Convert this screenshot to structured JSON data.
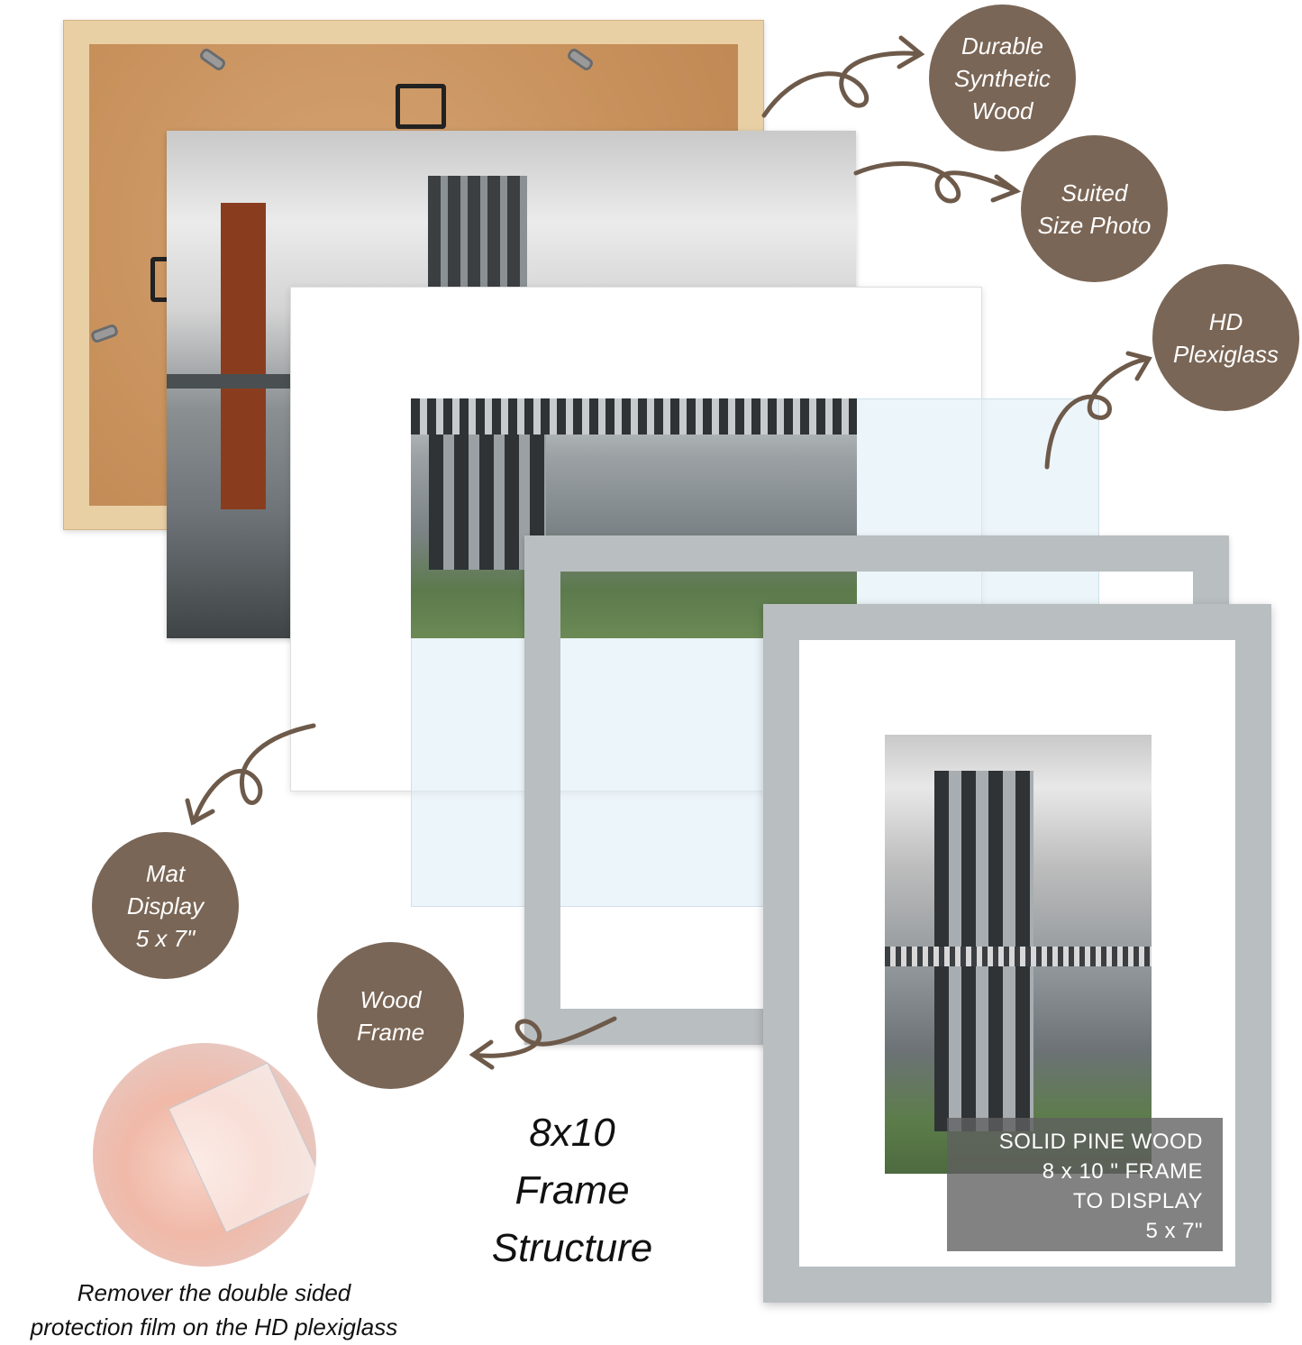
{
  "badges": {
    "synthetic_wood": [
      "Durable",
      "Synthetic",
      "Wood"
    ],
    "photo": [
      "Suited",
      "Size Photo"
    ],
    "plexiglass": [
      "HD",
      "Plexiglass"
    ],
    "mat": [
      "Mat",
      "Display",
      "5 x 7\""
    ],
    "frame": [
      "Wood",
      "Frame"
    ]
  },
  "caption": [
    "SOLID PINE WOOD",
    "8 x 10 \" FRAME",
    "TO DISPLAY",
    "5 x 7\""
  ],
  "structure_title": [
    "8x10",
    "Frame",
    "Structure"
  ],
  "peel_note": [
    "Remover the double sided",
    "protection film on the HD plexiglass"
  ],
  "colors": {
    "badge": "#7a6656",
    "frame": "#b9bec1",
    "arrow": "#6e5a4a"
  },
  "icons": [
    "hanger-icon",
    "clip-icon",
    "arrow-icon"
  ]
}
